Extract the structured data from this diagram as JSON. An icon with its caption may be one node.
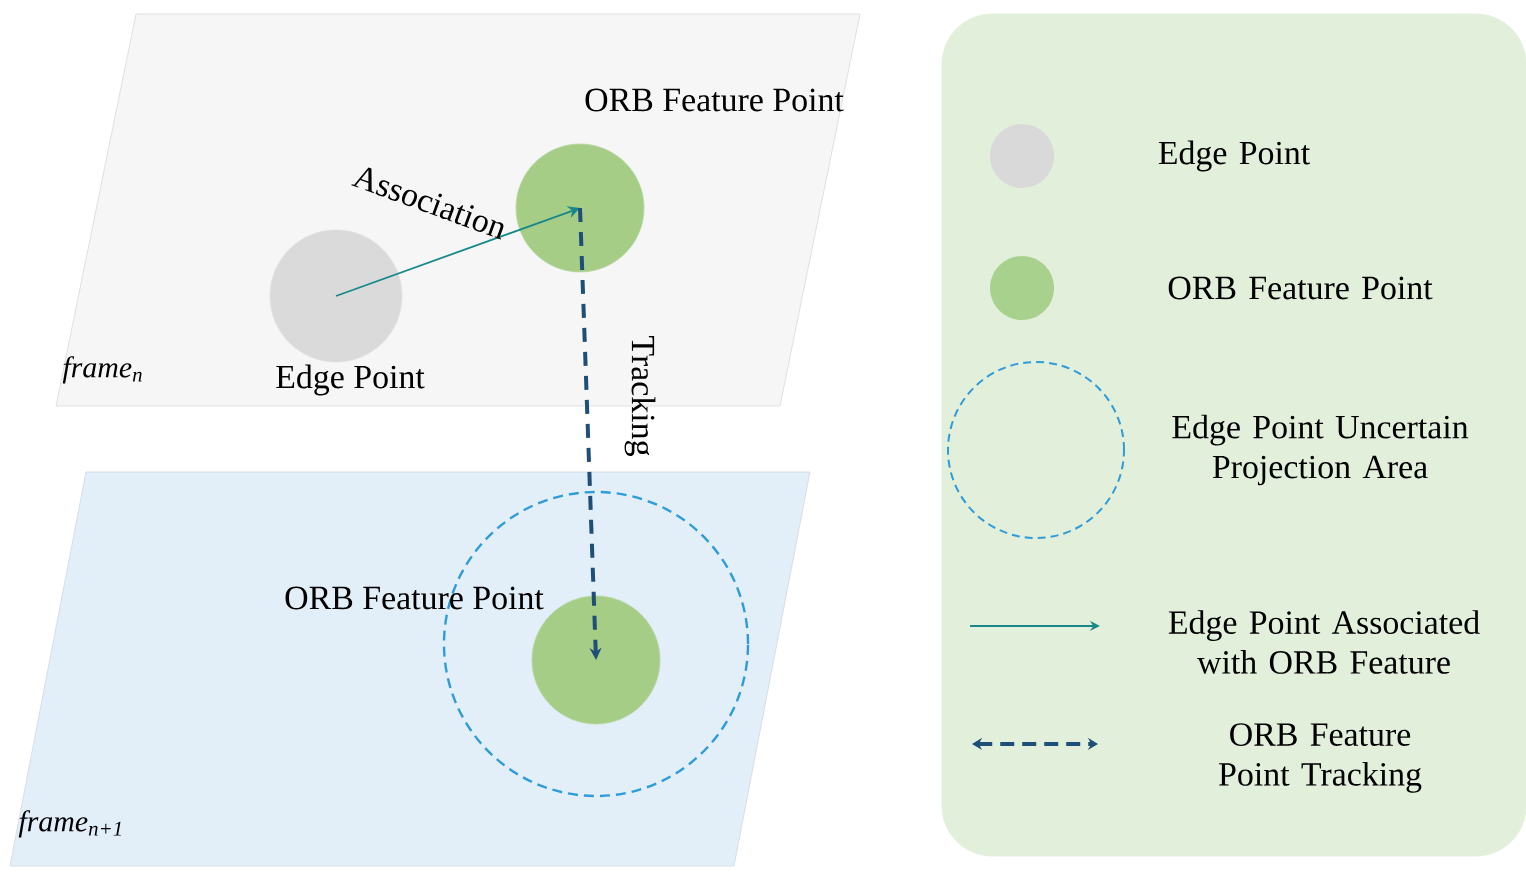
{
  "diagram": {
    "nodes": [
      {
        "text": [
          "frame$_{n}$"
        ]
      },
      {
        "text": [
          "Edge Point"
        ],
        "in": 0
      },
      {
        "text": [
          "ORB Feature Point"
        ],
        "in": 0
      },
      {
        "text": [
          "frame$_{n+1}$"
        ]
      },
      {
        "text": [],
        "shape": "circle",
        "in": 3
      },
      {
        "text": [
          "ORB Feature Point"
        ],
        "in": 4
      }
    ],
    "edges": [
      {
        "from": 1,
        "to": 2,
        "arrow": "to",
        "label": "Association",
        "color": "#17898a"
      },
      {
        "from": 2,
        "to": 5,
        "arrow": "to",
        "label": "Tracking",
        "style": "dashed",
        "color": "#1f4e79"
      }
    ],
    "legend": [
      {
        "text": "Edge Point",
        "color": "#d9d9d9"
      },
      {
        "text": "ORB Feature Point",
        "color": "#a9d18e"
      },
      {
        "text": "Edge Point Uncertain Projection Area"
      },
      {
        "text": "Edge Point Associated with ORB Feature"
      },
      {
        "text": "ORB Feature Point Tracking"
      }
    ]
  }
}
